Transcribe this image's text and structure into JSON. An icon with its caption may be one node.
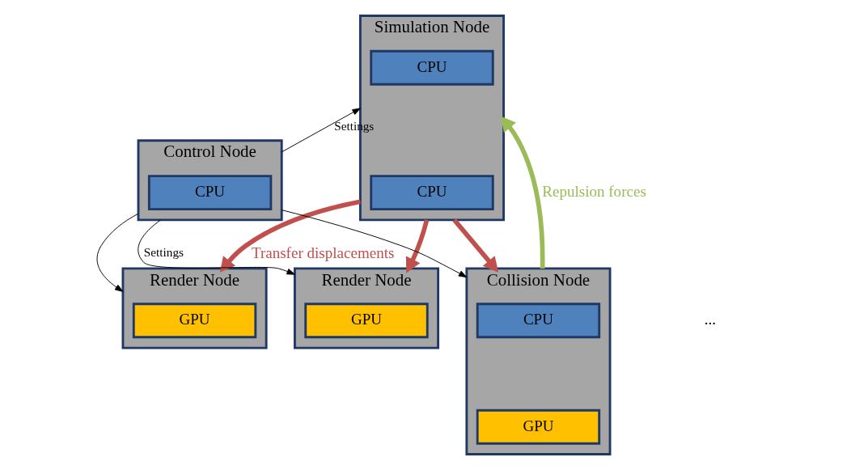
{
  "diagram": {
    "nodes": [
      {
        "text": [
          "Simulation Node"
        ]
      },
      {
        "text": [
          "CPU"
        ],
        "in": 0
      },
      {
        "text": [
          "CPU"
        ],
        "in": 0
      },
      {
        "text": [
          "Control Node"
        ]
      },
      {
        "text": [
          "CPU"
        ],
        "in": 3
      },
      {
        "text": [
          "Collision Node"
        ]
      },
      {
        "text": [
          "CPU"
        ],
        "in": 5
      },
      {
        "text": [
          "GPU"
        ],
        "in": 5
      },
      {
        "text": [
          "Render Node"
        ]
      },
      {
        "text": [
          "GPU"
        ],
        "in": 8
      },
      {
        "text": [
          "Render Node"
        ]
      },
      {
        "text": [
          "GPU"
        ],
        "in": 10
      }
    ],
    "edges": [
      {
        "from": 5,
        "to": 0,
        "arrow": "to",
        "label": "Repulsion forces",
        "style": "thick",
        "color": "#9bbb59"
      },
      {
        "from": 0,
        "to": 5,
        "arrow": "to",
        "style": "thick",
        "color": "#c0504d"
      },
      {
        "from": 0,
        "to": 8,
        "arrow": "to",
        "label": "Transfer displacements",
        "style": "thick",
        "color": "#c0504d"
      },
      {
        "from": 0,
        "to": 10,
        "arrow": "to",
        "style": "thick",
        "color": "#c0504d"
      },
      {
        "from": 3,
        "to": 0,
        "arrow": "to",
        "label": "Settings"
      },
      {
        "from": 3,
        "to": 5,
        "arrow": "to"
      },
      {
        "from": 3,
        "to": 8,
        "arrow": "to"
      },
      {
        "from": 3,
        "to": 10,
        "arrow": "to",
        "label": "Settings"
      }
    ],
    "labels": [
      "..."
    ]
  }
}
